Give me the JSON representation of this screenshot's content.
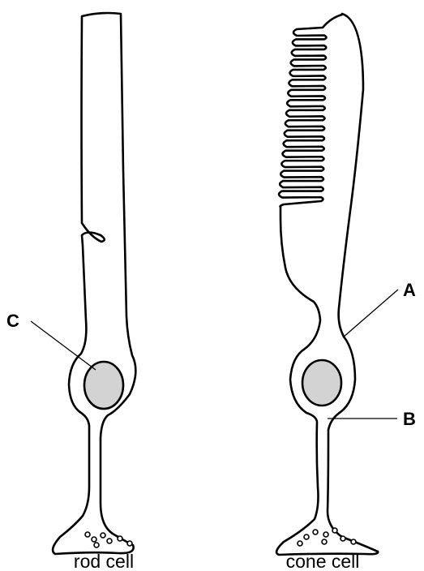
{
  "labels": {
    "a": "A",
    "b": "B",
    "c": "C"
  },
  "captions": {
    "rod": "rod cell",
    "cone": "cone cell"
  },
  "colors": {
    "outline": "#000000",
    "nucleus_fill": "#d3d3d3",
    "background": "#ffffff"
  }
}
